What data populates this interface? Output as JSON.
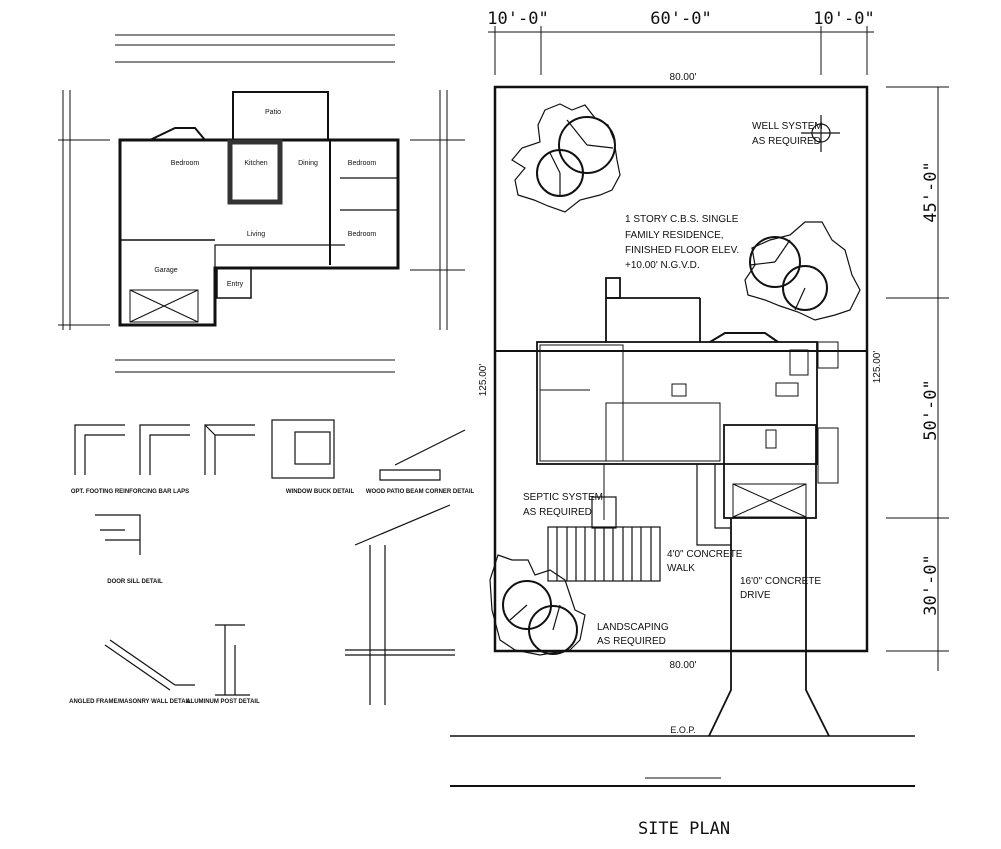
{
  "site_plan": {
    "title": "SITE PLAN",
    "top_dims": [
      "10'-0\"",
      "60'-0\"",
      "10'-0\""
    ],
    "right_dims": [
      "45'-0\"",
      "50'-0\"",
      "30'-0\""
    ],
    "lot_width_top": "80.00'",
    "lot_width_bottom": "80.00'",
    "lot_depth_left": "125.00'",
    "lot_depth_right": "125.00'",
    "notes": {
      "well": [
        "WELL SYSTEM",
        "AS REQUIRED"
      ],
      "residence": [
        "1 STORY C.B.S. SINGLE",
        "FAMILY RESIDENCE,",
        "FINISHED FLOOR ELEV.",
        "+10.00' N.G.V.D."
      ],
      "septic": [
        "SEPTIC SYSTEM",
        "AS REQUIRED"
      ],
      "walk": [
        "4'0\" CONCRETE",
        "WALK"
      ],
      "drive": [
        "16'0\" CONCRETE",
        "DRIVE"
      ],
      "landscaping": [
        "LANDSCAPING",
        "AS REQUIRED"
      ],
      "eop": "E.O.P."
    }
  },
  "floor_plan": {
    "rooms": [
      "Patio",
      "Kitchen",
      "Dining",
      "Bedroom",
      "Bedroom",
      "Bedroom",
      "Living",
      "Garage",
      "Entry"
    ]
  },
  "details": {
    "captions": [
      "OPT. FOOTING REINFORCING BAR LAPS",
      "WINDOW BUCK DETAIL",
      "WOOD PATIO BEAM CORNER DETAIL",
      "DOOR SILL DETAIL",
      "ANGLED FRAME/MASONRY WALL DETAIL",
      "ALUMINUM POST DETAIL"
    ]
  }
}
